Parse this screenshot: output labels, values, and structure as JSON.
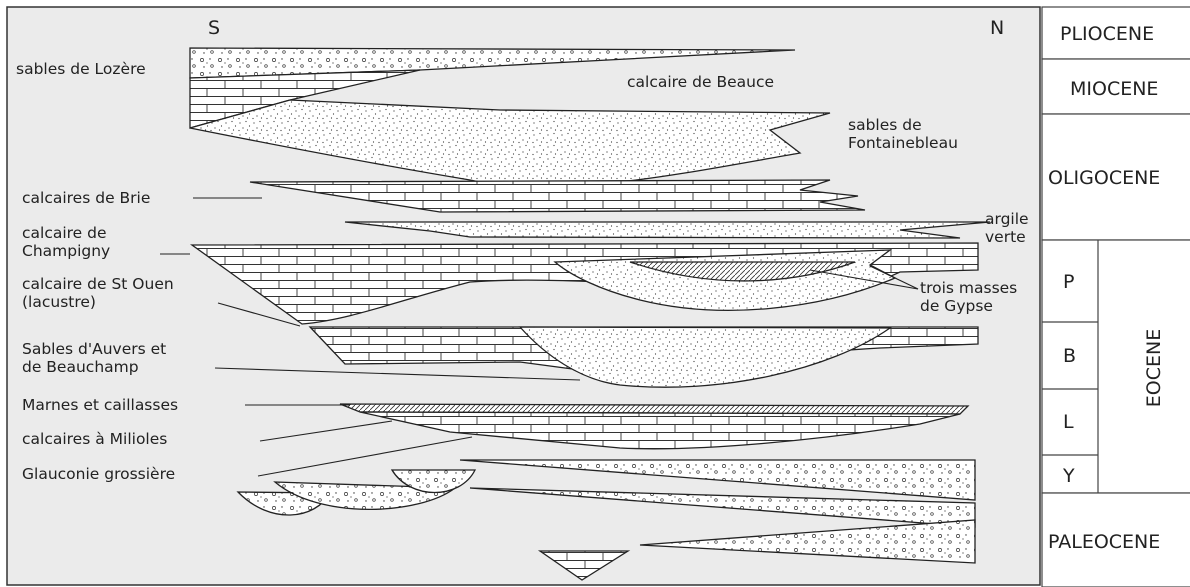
{
  "compass": {
    "south": "S",
    "north": "N"
  },
  "formations": {
    "sables_lozere": "sables de Lozère",
    "calcaire_beauce": "calcaire de Beauce",
    "sables_fontainebleau": [
      "sables de",
      "Fontainebleau"
    ],
    "calcaires_brie": "calcaires de Brie",
    "argile_verte": [
      "argile",
      "verte"
    ],
    "calcaire_champigny": [
      "calcaire de",
      "Champigny"
    ],
    "calcaire_st_ouen": [
      "calcaire de St Ouen",
      "(lacustre)"
    ],
    "trois_masses_gypse": [
      "trois masses",
      "de Gypse"
    ],
    "sables_auvers": [
      "Sables d'Auvers et",
      "de Beauchamp"
    ],
    "marnes_caillasses": "Marnes et caillasses",
    "calcaires_milioles": "calcaires à Milioles",
    "glauconie": "Glauconie grossière"
  },
  "stratigraphy": {
    "epochs": [
      "PLIOCENE",
      "MIOCENE",
      "OLIGOCENE",
      "EOCENE",
      "PALEOCENE"
    ],
    "eocene_stages": [
      "P",
      "B",
      "L",
      "Y"
    ]
  }
}
